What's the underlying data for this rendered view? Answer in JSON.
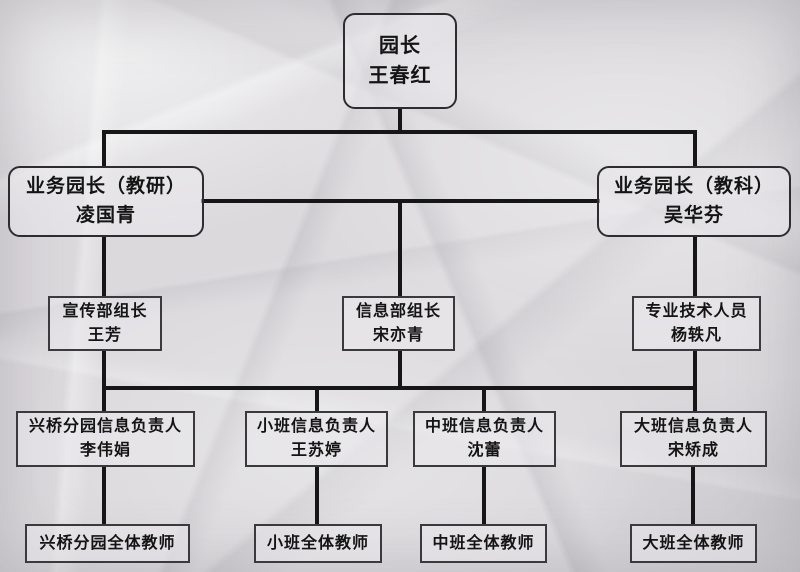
{
  "diagram": {
    "kind": "org-chart",
    "background": "crumpled-paper",
    "colors": {
      "paper": "#dbd9dc",
      "line": "#161616",
      "border": "#3a3a3c",
      "text": "#141414"
    }
  },
  "nodes": {
    "principal": {
      "title": "园长",
      "name": "王春红"
    },
    "vp_research": {
      "title": "业务园长（教研）",
      "name": "凌国青"
    },
    "vp_science": {
      "title": "业务园长（教科）",
      "name": "吴华芬"
    },
    "publicity_lead": {
      "title": "宣传部组长",
      "name": "王芳"
    },
    "info_lead": {
      "title": "信息部组长",
      "name": "宋亦青"
    },
    "tech_specialist": {
      "title": "专业技术人员",
      "name": "杨轶凡"
    },
    "xingqiao_info": {
      "title": "兴桥分园信息负责人",
      "name": "李伟娟"
    },
    "junior_info": {
      "title": "小班信息负责人",
      "name": "王苏婷"
    },
    "middle_info": {
      "title": "中班信息负责人",
      "name": "沈蕾"
    },
    "senior_info": {
      "title": "大班信息负责人",
      "name": "宋矫成"
    },
    "xingqiao_teachers": {
      "title": "兴桥分园全体教师"
    },
    "junior_teachers": {
      "title": "小班全体教师"
    },
    "middle_teachers": {
      "title": "中班全体教师"
    },
    "senior_teachers": {
      "title": "大班全体教师"
    }
  },
  "edges": [
    [
      "principal",
      "vp_research"
    ],
    [
      "principal",
      "vp_science"
    ],
    [
      "principal",
      "info_lead"
    ],
    [
      "vp_research",
      "publicity_lead"
    ],
    [
      "vp_science",
      "tech_specialist"
    ],
    [
      "publicity_lead",
      "xingqiao_info"
    ],
    [
      "info_lead",
      "junior_info"
    ],
    [
      "info_lead",
      "middle_info"
    ],
    [
      "tech_specialist",
      "senior_info"
    ],
    [
      "xingqiao_info",
      "xingqiao_teachers"
    ],
    [
      "junior_info",
      "junior_teachers"
    ],
    [
      "middle_info",
      "middle_teachers"
    ],
    [
      "senior_info",
      "senior_teachers"
    ]
  ]
}
